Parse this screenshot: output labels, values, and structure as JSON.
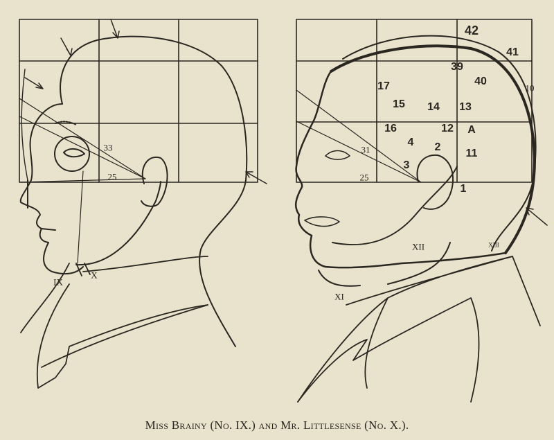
{
  "caption": "Miss Brainy (No. IX.) and Mr. Littlesense (No. X.).",
  "left_figure": {
    "name": "Miss Brainy",
    "labels": {
      "angle_upper": "33",
      "angle_lower": "25",
      "ix": "IX",
      "x": "X"
    }
  },
  "right_figure": {
    "name": "Mr. Littlesense",
    "labels": {
      "n42": "42",
      "n41": "41",
      "n39": "39",
      "n40": "40",
      "n10": "10",
      "n17": "17",
      "n15": "15",
      "n14": "14",
      "n13": "13",
      "n16": "16",
      "n12": "12",
      "nA": "A",
      "n4": "4",
      "n2": "2",
      "n11": "11",
      "n31": "31",
      "n3": "3",
      "n25": "25",
      "n1": "1",
      "xii": "XII",
      "xi": "XI",
      "xiii": "XIII"
    }
  },
  "colors": {
    "paper": "#e9e2cc",
    "ink": "#2a2620"
  }
}
